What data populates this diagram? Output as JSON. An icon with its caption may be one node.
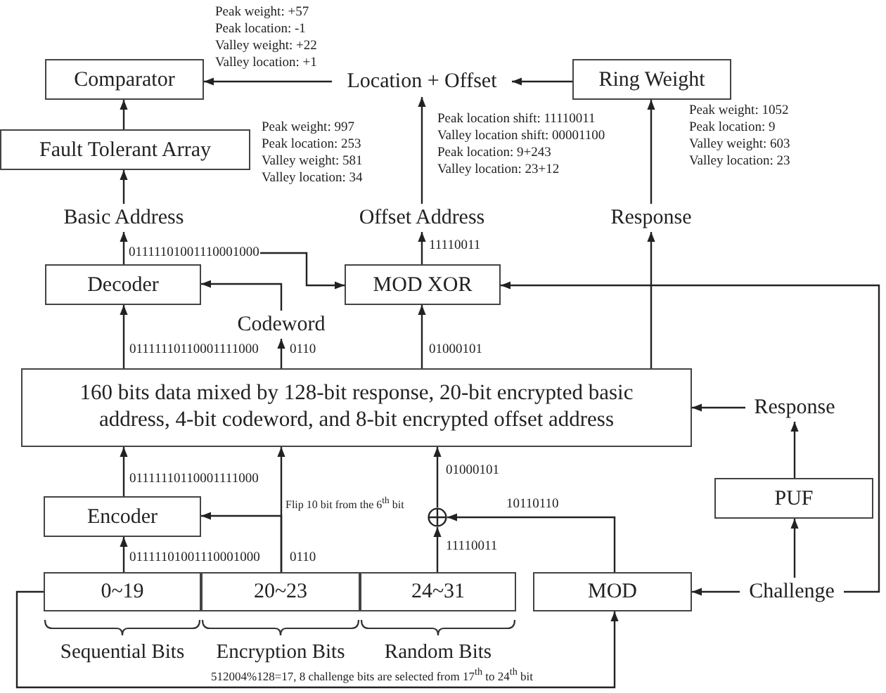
{
  "diagram": {
    "nodes": [
      {
        "text": [
          "Comparator"
        ]
      },
      {
        "text": [
          "Location + Offset"
        ]
      },
      {
        "text": [
          "Ring Weight"
        ]
      },
      {
        "text": [
          "Fault Tolerant Array"
        ]
      },
      {
        "text": [
          "Basic Address"
        ]
      },
      {
        "text": [
          "Offset Address"
        ]
      },
      {
        "text": [
          "Response"
        ]
      },
      {
        "text": [
          "Decoder"
        ]
      },
      {
        "text": [
          "MOD XOR"
        ]
      },
      {
        "text": [
          "Codeword"
        ]
      },
      {
        "text": [
          "160 bits data mixed by 128-bit response, 20-bit encrypted basic address, 4-bit codeword, and 8-bit encrypted offset address"
        ]
      },
      {
        "text": [
          "Response"
        ]
      },
      {
        "text": [
          "PUF"
        ]
      },
      {
        "text": [
          "Encoder"
        ]
      },
      {
        "text": [],
        "shape": "circle"
      },
      {
        "text": [
          "0~19"
        ]
      },
      {
        "text": [
          "20~23"
        ]
      },
      {
        "text": [
          "24~31"
        ]
      },
      {
        "text": [
          "MOD"
        ]
      },
      {
        "text": [
          "Challenge"
        ]
      },
      {
        "text": [
          "01111101001110001000"
        ]
      }
    ],
    "edges": [
      {
        "from": 1,
        "to": 0,
        "arrow": "to"
      },
      {
        "from": 2,
        "to": 1,
        "arrow": "to"
      },
      {
        "from": 3,
        "to": 0,
        "arrow": "to"
      },
      {
        "from": 4,
        "to": 3,
        "arrow": "to"
      },
      {
        "from": 5,
        "to": 1,
        "arrow": "to"
      },
      {
        "from": 6,
        "to": 2,
        "arrow": "to"
      },
      {
        "from": 7,
        "to": 4,
        "arrow": "to"
      },
      {
        "from": 20,
        "to": 8,
        "arrow": "to"
      },
      {
        "from": 9,
        "to": 7,
        "arrow": "to"
      },
      {
        "from": 10,
        "to": 9,
        "arrow": "to",
        "label": "0110"
      },
      {
        "from": 10,
        "to": 7,
        "arrow": "to",
        "label": "01111110110001111000"
      },
      {
        "from": 10,
        "to": 8,
        "arrow": "to",
        "label": "01000101"
      },
      {
        "from": 8,
        "to": 5,
        "arrow": "to",
        "label": "11110011"
      },
      {
        "from": 10,
        "to": 6,
        "arrow": "to"
      },
      {
        "from": 19,
        "to": 8,
        "arrow": "to"
      },
      {
        "from": 11,
        "to": 10,
        "arrow": "to"
      },
      {
        "from": 12,
        "to": 11,
        "arrow": "to"
      },
      {
        "from": 19,
        "to": 12,
        "arrow": "to"
      },
      {
        "from": 19,
        "to": 18,
        "arrow": "to"
      },
      {
        "from": 13,
        "to": 10,
        "arrow": "to",
        "label": "01111110110001111000"
      },
      {
        "from": 15,
        "to": 13,
        "arrow": "to",
        "label": "01111101001110001000"
      },
      {
        "from": 16,
        "to": 10,
        "arrow": "to",
        "label": "0110"
      },
      {
        "from": 16,
        "to": 13,
        "arrow": "to",
        "label": "Flip 10 bit from the 6$^{th}$ bit"
      },
      {
        "from": 17,
        "to": 14,
        "arrow": "to",
        "label": "11110011"
      },
      {
        "from": 14,
        "to": 10,
        "arrow": "to",
        "label": "01000101"
      },
      {
        "from": 18,
        "to": 14,
        "arrow": "to",
        "label": "10110110"
      },
      {
        "from": 15,
        "to": 18,
        "arrow": "to"
      }
    ],
    "labels": [
      "Peak weight: +57",
      "Peak location: -1",
      "Valley weight: +22",
      "Valley location: +1",
      "Peak weight: 997",
      "Peak location: 253",
      "Valley weight: 581",
      "Valley location: 34",
      "Peak location shift: 11110011",
      "Valley location shift: 00001100",
      "Peak location: 9+243",
      "Valley location: 23+12",
      "Peak weight: 1052",
      "Peak location: 9",
      "Valley weight: 603",
      "Valley location: 23",
      "Sequential Bits",
      "Encryption Bits",
      "Random Bits",
      "512004%128=17, 8 challenge bits are selected from 17$^{th}$ to 24$^{th}$ bit"
    ]
  }
}
